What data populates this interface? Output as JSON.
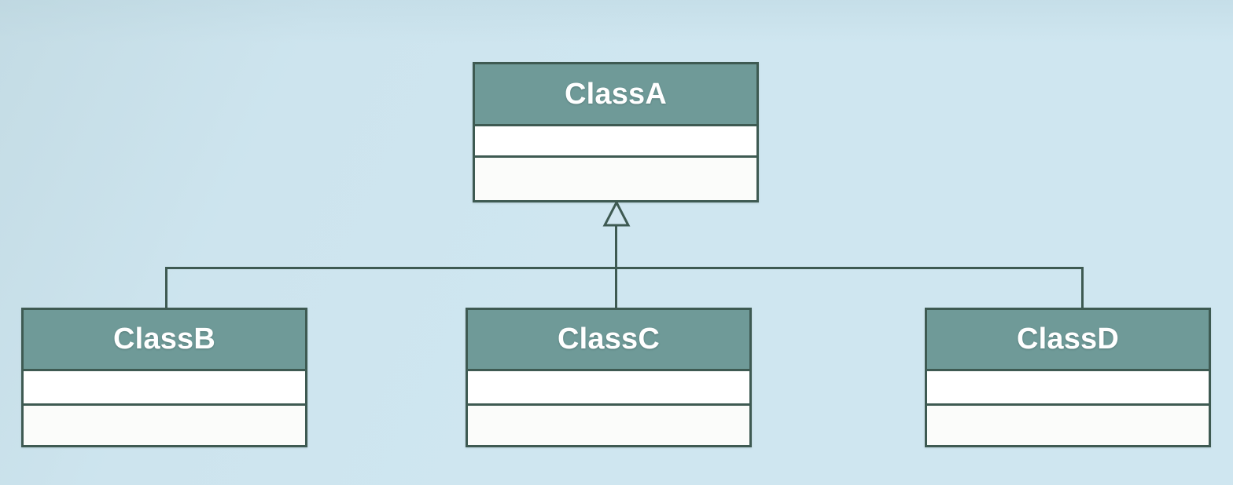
{
  "diagram": {
    "type": "uml-class-diagram",
    "relationship": "generalization",
    "background_color": "#cfe6f0",
    "header_color": "#6f9a98",
    "border_color": "#3e5a52",
    "body_color": "#ffffff",
    "title_text_color": "#ffffff"
  },
  "classes": {
    "parent": {
      "name": "ClassA",
      "attributes": "",
      "methods": ""
    },
    "children": [
      {
        "name": "ClassB",
        "attributes": "",
        "methods": ""
      },
      {
        "name": "ClassC",
        "attributes": "",
        "methods": ""
      },
      {
        "name": "ClassD",
        "attributes": "",
        "methods": ""
      }
    ]
  },
  "connectors": {
    "generalization_arrow": "hollow-triangle",
    "arrow_target": "ClassA",
    "arrow_sources": [
      "ClassB",
      "ClassC",
      "ClassD"
    ]
  }
}
